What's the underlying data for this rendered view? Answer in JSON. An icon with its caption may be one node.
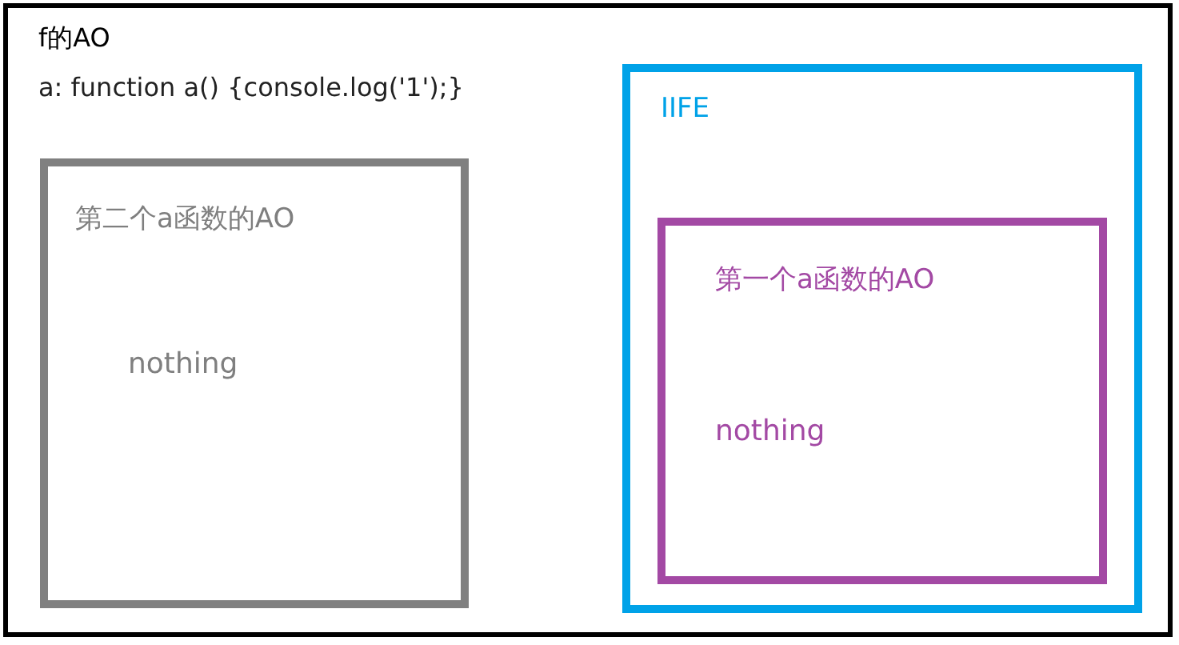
{
  "diagram": {
    "nodes": [
      {
        "text": [
          "f的AO",
          "a: function a() {console.log('1');}"
        ]
      },
      {
        "text": [
          "第二个a函数的AO",
          "nothing"
        ],
        "in": 0
      },
      {
        "text": [
          "IIFE"
        ],
        "in": 0
      },
      {
        "text": [
          "第一个a函数的AO",
          "nothing"
        ],
        "in": 2
      }
    ]
  }
}
